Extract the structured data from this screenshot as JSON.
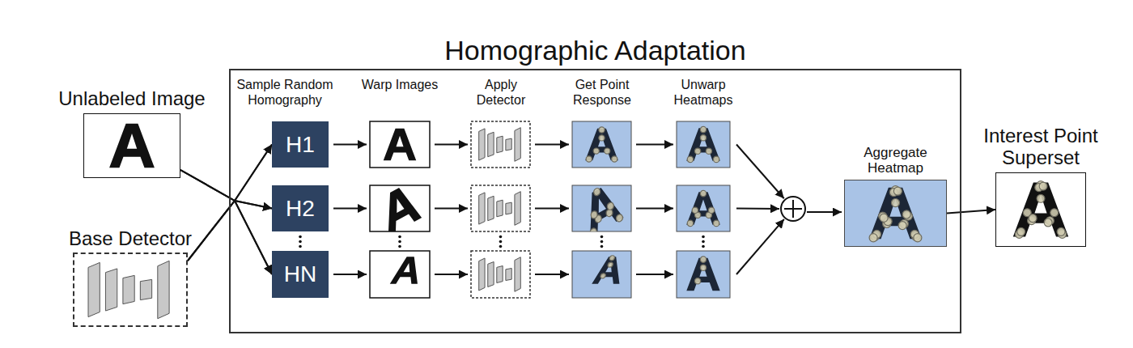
{
  "diagram": {
    "nodes": [
      {
        "text": [
          "Unlabeled Image"
        ]
      },
      {
        "text": [
          "Base Detector"
        ]
      },
      {
        "text": [
          "Homographic Adaptation"
        ]
      },
      {
        "text": [
          "H1"
        ],
        "in": 2
      },
      {
        "text": [
          "H2"
        ],
        "in": 2
      },
      {
        "text": [
          "HN"
        ],
        "in": 2
      },
      {
        "text": [
          "Aggregate Heatmap"
        ],
        "in": 2
      },
      {
        "text": [
          "Interest Point Superset"
        ]
      }
    ],
    "edges": [
      {
        "from": 0,
        "to": 3,
        "arrow": "to"
      },
      {
        "from": 0,
        "to": 4,
        "arrow": "to"
      },
      {
        "from": 0,
        "to": 5,
        "arrow": "to"
      },
      {
        "from": 1,
        "to": 3,
        "arrow": "to"
      },
      {
        "from": 1,
        "to": 4,
        "arrow": "to"
      },
      {
        "from": 1,
        "to": 5,
        "arrow": "to"
      },
      {
        "from": 6,
        "to": 7,
        "arrow": "to"
      }
    ],
    "labels": [
      "Sample Random Homography",
      "Warp Images",
      "Apply Detector",
      "Get Point Response",
      "Unwarp Heatmaps"
    ]
  }
}
